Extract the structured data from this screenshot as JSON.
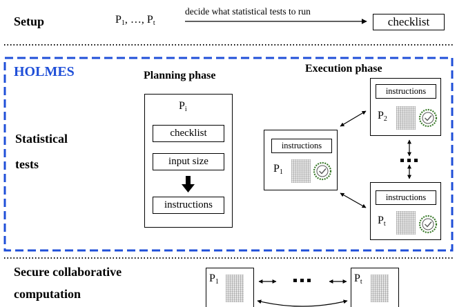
{
  "setup": {
    "title": "Setup",
    "parties": "P1, …, Pt",
    "arrow_label": "decide what statistical tests to run",
    "result": "checklist"
  },
  "holmes": {
    "title": "HOLMES",
    "row_label_line1": "Statistical",
    "row_label_line2": "tests",
    "planning": {
      "title": "Planning phase",
      "party": "Pi",
      "items": [
        "checklist",
        "input size",
        "instructions"
      ]
    },
    "execution": {
      "title": "Execution phase",
      "nodes": [
        {
          "instruction": "instructions",
          "party": "P2"
        },
        {
          "instruction": "instructions",
          "party": "P1"
        },
        {
          "instruction": "instructions",
          "party": "Pt"
        }
      ]
    }
  },
  "secure": {
    "title_line1": "Secure collaborative",
    "title_line2": "computation",
    "parties": [
      "P1",
      "Pt"
    ]
  },
  "colors": {
    "accent": "#1f4fd8",
    "border_dash": "#1f4fd8",
    "check": "#3a7a2a"
  },
  "icons": [
    "check-seal-icon",
    "data-grid-icon",
    "double-arrow-icon",
    "down-arrow-icon",
    "ellipsis-icon"
  ]
}
